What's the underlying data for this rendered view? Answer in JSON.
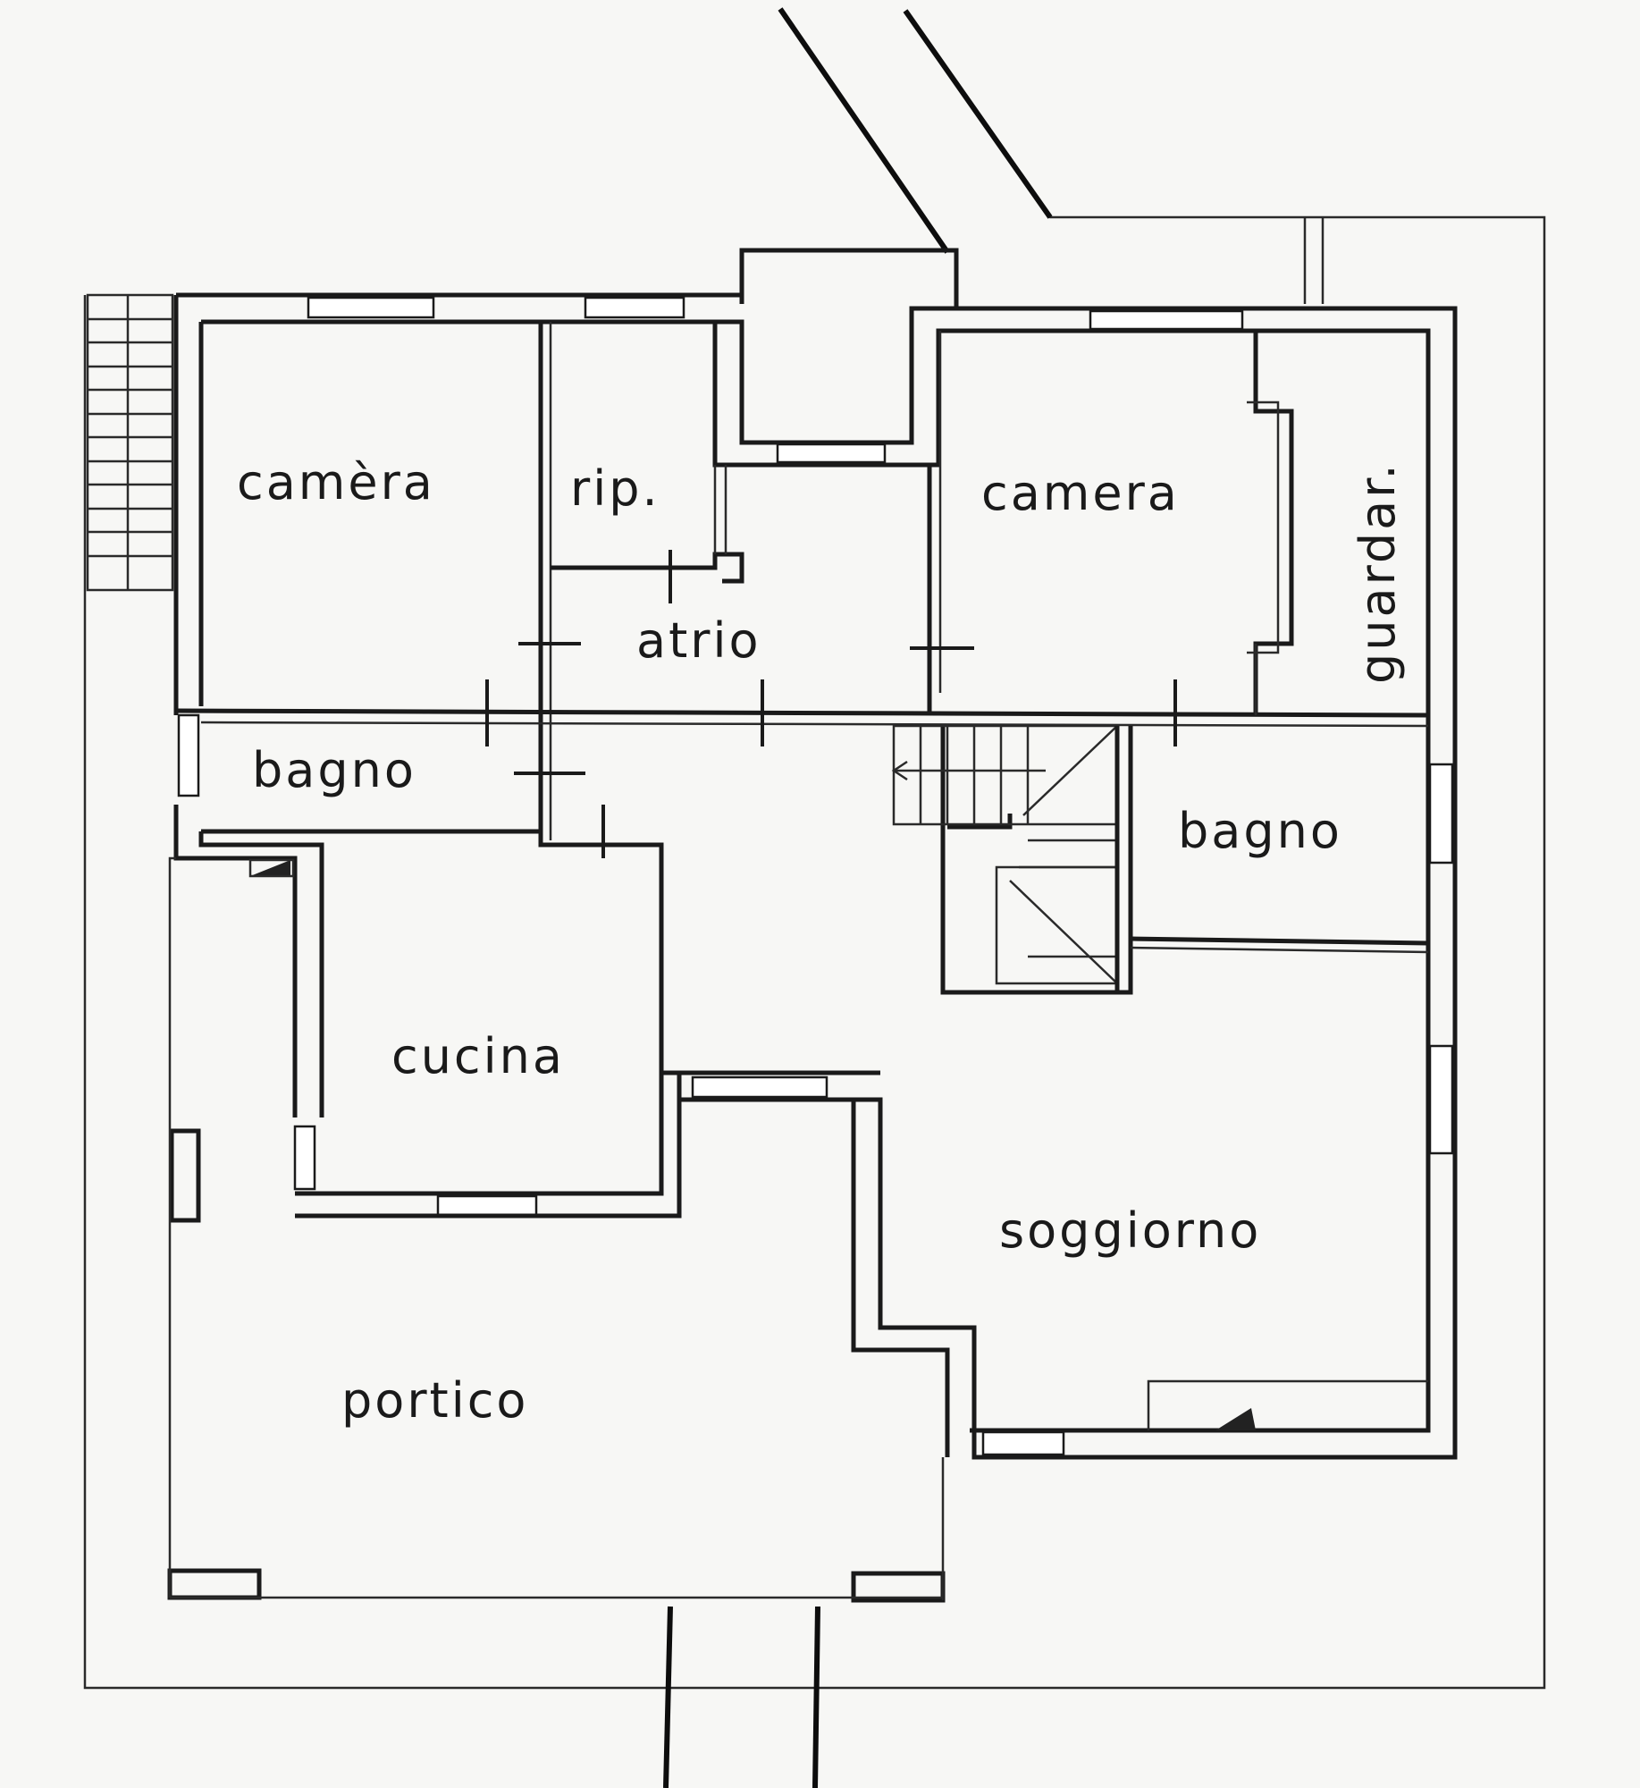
{
  "plan": {
    "rooms": [
      {
        "key": "camera_nw",
        "label": "camèra"
      },
      {
        "key": "ripostiglio",
        "label": "rip."
      },
      {
        "key": "camera_ne",
        "label": "camera"
      },
      {
        "key": "guardaroba",
        "label": "guardar."
      },
      {
        "key": "atrio",
        "label": "atrio"
      },
      {
        "key": "bagno_w",
        "label": "bagno"
      },
      {
        "key": "bagno_e",
        "label": "bagno"
      },
      {
        "key": "cucina",
        "label": "cucina"
      },
      {
        "key": "soggiorno",
        "label": "soggiorno"
      },
      {
        "key": "portico",
        "label": "portico"
      }
    ],
    "colors": {
      "ink": "#1a1a1a",
      "paper": "#f7f7f5"
    }
  }
}
